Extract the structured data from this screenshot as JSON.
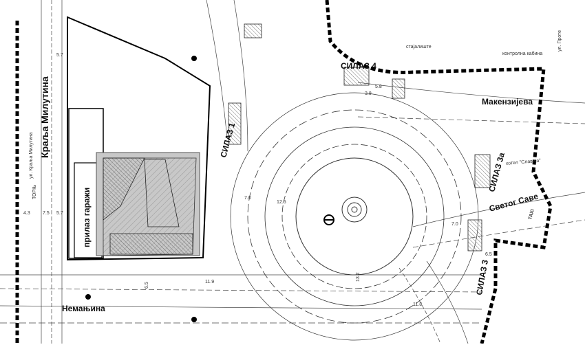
{
  "labels": {
    "street_kralja_milutina": "Краља Милутина",
    "street_kralja_milutina_small": "ул. Краља Милутина",
    "street_nemanjina": "Немањина",
    "street_makenzijeva": "Макензијева",
    "street_svetog_save": "Светог Саве",
    "street_prote": "ул. Проте",
    "exit_1": "СИЛАЗ 1",
    "exit_2": "СИЛАЗ 3",
    "exit_3a": "СИЛАЗ 3а",
    "exit_4": "СИЛАЗ 4",
    "garage_access": "прилаз гаражи",
    "hotel_slavija": "хотел \"Славија\"",
    "vert_label": "ТОРЊ",
    "taxi": "TAXI",
    "bus_stop_small": "контролна кабина",
    "kiosk_small": "стајалиште",
    "dims": [
      "12.5",
      "7.0",
      "7.0",
      "6.5",
      "5.7",
      "5.7",
      "7.5",
      "4.3",
      "3.8",
      "5.8",
      "13.2",
      "11.9",
      "11.8",
      "6.5"
    ]
  },
  "colors": {
    "line": "#111111",
    "thin": "#444444",
    "gray_block": "#c9c9c9",
    "hatch": "#888888",
    "background": "#ffffff"
  },
  "icons": [
    "compass-north-icon",
    "manhole-marker-icon",
    "tree-symbol-icon"
  ]
}
